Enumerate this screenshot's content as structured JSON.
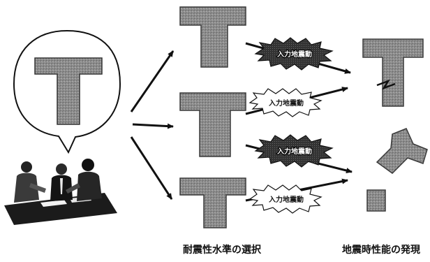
{
  "colors": {
    "pier_fill": "#8f8f8f",
    "pier_stroke": "#3a3a3a",
    "arrow": "#111111",
    "burst_light": "#ffffff",
    "burst_dark": "#2f2f2f"
  },
  "icons": {
    "meeting": "people-meeting-icon",
    "speech_bubble": "speech-bubble-icon"
  },
  "bursts": [
    {
      "label": "入力地震動",
      "style": "dark"
    },
    {
      "label": "入力地震動",
      "style": "light"
    },
    {
      "label": "入力地震動",
      "style": "dark"
    },
    {
      "label": "入力地震動",
      "style": "light"
    }
  ],
  "captions": {
    "selection": "耐震性水準の選択",
    "performance": "地震時性能の発現"
  }
}
